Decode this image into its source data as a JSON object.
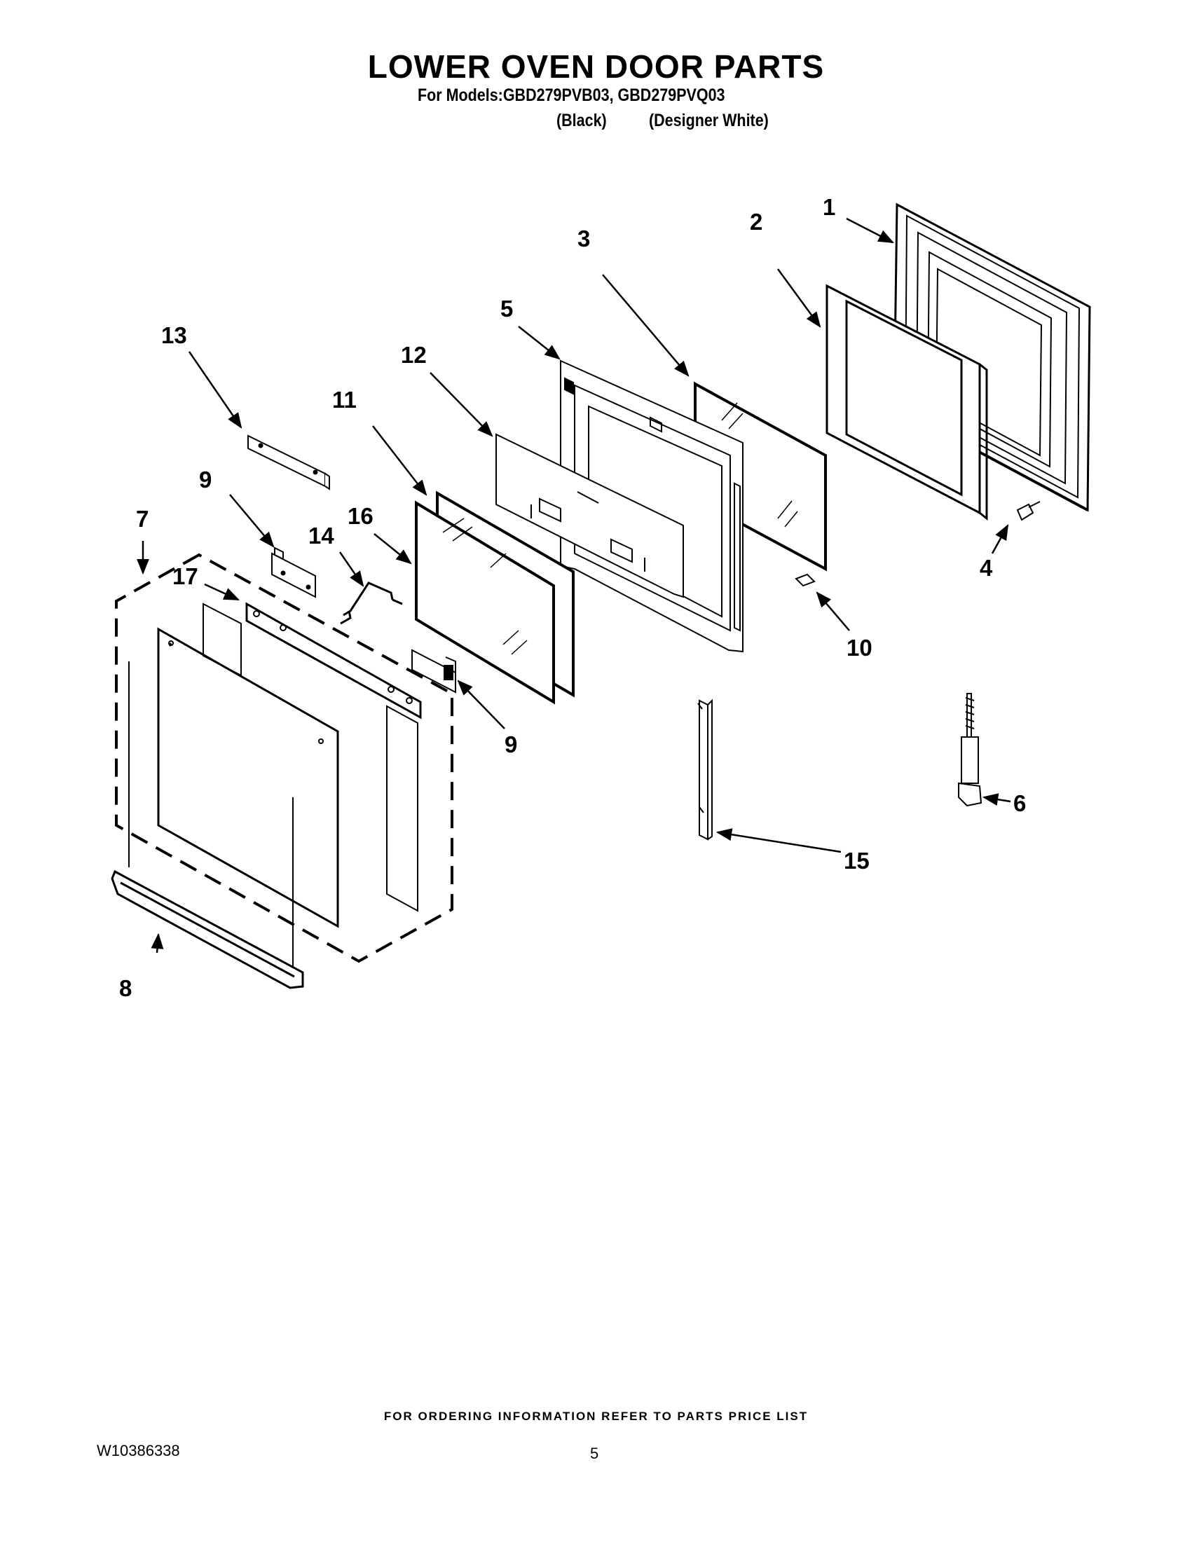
{
  "header": {
    "title": "LOWER OVEN DOOR PARTS",
    "models_line": "For Models:GBD279PVB03, GBD279PVQ03",
    "variant_black": "(Black)",
    "variant_white": "(Designer White)"
  },
  "callouts": {
    "c1": "1",
    "c2": "2",
    "c3": "3",
    "c4": "4",
    "c5": "5",
    "c6": "6",
    "c7": "7",
    "c8": "8",
    "c9a": "9",
    "c9b": "9",
    "c10": "10",
    "c11": "11",
    "c12": "12",
    "c13": "13",
    "c14": "14",
    "c15": "15",
    "c16": "16",
    "c17": "17"
  },
  "footer": {
    "ordering_note": "FOR ORDERING INFORMATION REFER TO PARTS PRICE LIST",
    "document_number": "W10386338",
    "page_number": "5"
  }
}
